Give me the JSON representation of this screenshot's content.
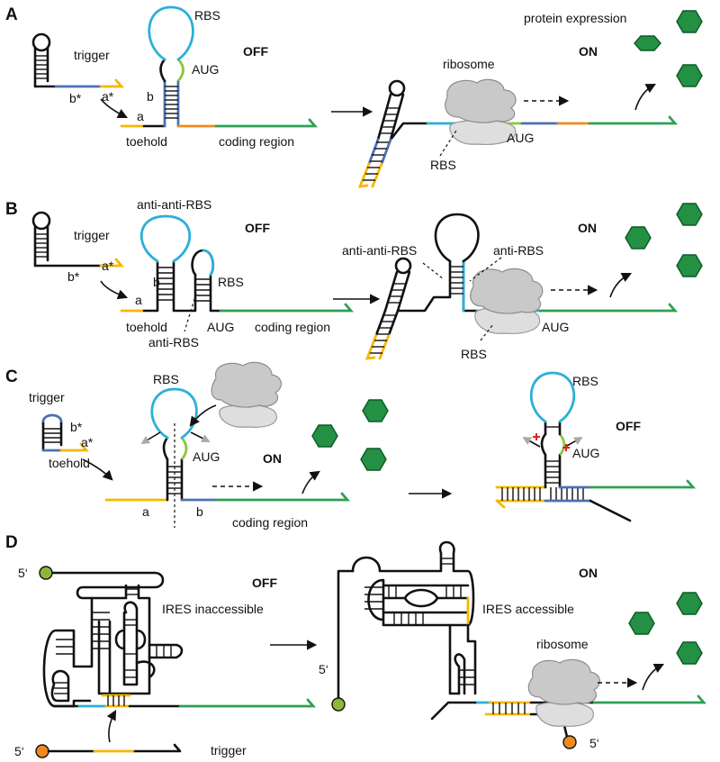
{
  "panels": {
    "A": {
      "letter": "A",
      "trigger": "trigger",
      "b_star": "b*",
      "a_star": "a*",
      "a": "a",
      "b": "b",
      "rbs": "RBS",
      "aug": "AUG",
      "off": "OFF",
      "toehold": "toehold",
      "coding_region": "coding region",
      "protein_expression": "protein expression",
      "on": "ON",
      "ribosome": "ribosome",
      "rbs_bound": "RBS",
      "aug_bound": "AUG"
    },
    "B": {
      "letter": "B",
      "anti_anti_rbs": "anti-anti-RBS",
      "off": "OFF",
      "trigger": "trigger",
      "b_star": "b*",
      "a_star": "a*",
      "a": "a",
      "b": "b",
      "rbs": "RBS",
      "toehold": "toehold",
      "aug": "AUG",
      "coding_region": "coding region",
      "anti_rbs": "anti-RBS",
      "anti_anti_rbs_on": "anti-anti-RBS",
      "anti_rbs_on": "anti-RBS",
      "on": "ON",
      "aug_on": "AUG",
      "rbs_on": "RBS"
    },
    "C": {
      "letter": "C",
      "trigger": "trigger",
      "b_star": "b*",
      "a_star": "a*",
      "toehold": "toehold",
      "rbs": "RBS",
      "on": "ON",
      "aug": "AUG",
      "a": "a",
      "b": "b",
      "coding_region": "coding region",
      "rbs_off": "RBS",
      "off": "OFF",
      "aug_off": "AUG"
    },
    "D": {
      "letter": "D",
      "five_prime_top": "5‘",
      "off": "OFF",
      "ires_inaccessible": "IRES inaccessible",
      "five_prime_trigger": "5‘",
      "trigger": "trigger",
      "five_prime_on": "5‘",
      "on": "ON",
      "ires_accessible": "IRES accessible",
      "ribosome": "ribosome",
      "five_prime_bound": "5‘"
    }
  },
  "colors": {
    "coding": "#2ea054",
    "toehold": "#f5b800",
    "b_domain": "#4f6fb3",
    "rbs": "#2ab0d8",
    "spacer": "#f08a1c",
    "aug": "#8cc63f",
    "protein": "#239044",
    "ribosome": "#c9c9c9",
    "block_mark": "#e02020",
    "five_prime_green": "#8cb83a",
    "five_prime_orange": "#ee8a1e"
  }
}
